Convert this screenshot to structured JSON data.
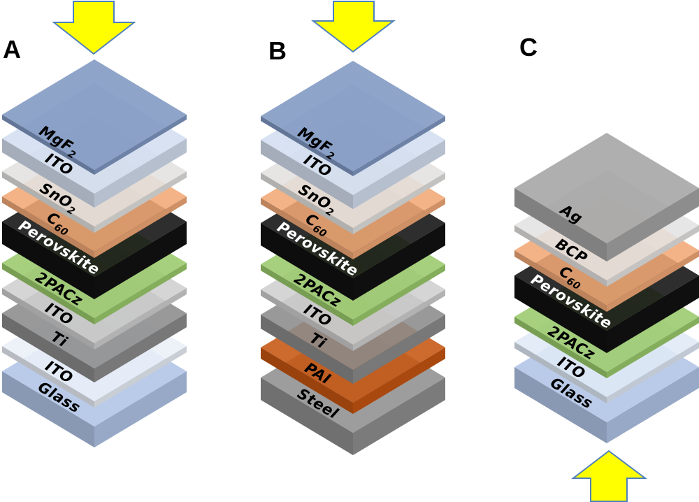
{
  "figure": {
    "arrow_style": {
      "fill": "#ffff00",
      "stroke": "#4f81bd"
    },
    "panels": [
      {
        "letter": "A",
        "arrow": {
          "direction": "down"
        },
        "layers": [
          {
            "name": "MgF2",
            "label_main": "MgF",
            "label_sub": "2",
            "color": "#7f97c1",
            "text_color": "#000000",
            "thickness": 7
          },
          {
            "name": "ITO",
            "label_main": "ITO",
            "label_sub": "",
            "color": "#d3def0",
            "text_color": "#000000",
            "thickness": 20
          },
          {
            "name": "SnO2",
            "label_main": "SnO",
            "label_sub": "2",
            "color": "#e2e1e0",
            "text_color": "#000000",
            "thickness": 9
          },
          {
            "name": "C60",
            "label_main": "C",
            "label_sub": "60",
            "color": "#f1a876",
            "text_color": "#000000",
            "thickness": 9
          },
          {
            "name": "Perovskite",
            "label_main": "Perovskite",
            "label_sub": "",
            "color": "#111111",
            "text_color": "#ffffff",
            "thickness": 32
          },
          {
            "name": "2PACz",
            "label_main": "2PACz",
            "label_sub": "",
            "color": "#9aca6b",
            "text_color": "#000000",
            "thickness": 9
          },
          {
            "name": "ITO",
            "label_main": "ITO",
            "label_sub": "",
            "color": "#cfcfcf",
            "text_color": "#000000",
            "thickness": 9
          },
          {
            "name": "Ti",
            "label_main": "Ti",
            "label_sub": "",
            "color": "#8b8b8b",
            "text_color": "#000000",
            "thickness": 20
          },
          {
            "name": "ITO",
            "label_main": "ITO",
            "label_sub": "",
            "color": "#eaf0f8",
            "text_color": "#000000",
            "thickness": 9
          },
          {
            "name": "Glass",
            "label_main": "Glass",
            "label_sub": "",
            "color": "#b0c4e6",
            "text_color": "#000000",
            "thickness": 30
          }
        ]
      },
      {
        "letter": "B",
        "arrow": {
          "direction": "down"
        },
        "layers": [
          {
            "name": "MgF2",
            "label_main": "MgF",
            "label_sub": "2",
            "color": "#7f97c1",
            "text_color": "#000000",
            "thickness": 7
          },
          {
            "name": "ITO",
            "label_main": "ITO",
            "label_sub": "",
            "color": "#d3def0",
            "text_color": "#000000",
            "thickness": 20
          },
          {
            "name": "SnO2",
            "label_main": "SnO",
            "label_sub": "2",
            "color": "#e2e1e0",
            "text_color": "#000000",
            "thickness": 9
          },
          {
            "name": "C60",
            "label_main": "C",
            "label_sub": "60",
            "color": "#f1a876",
            "text_color": "#000000",
            "thickness": 9
          },
          {
            "name": "Perovskite",
            "label_main": "Perovskite",
            "label_sub": "",
            "color": "#111111",
            "text_color": "#ffffff",
            "thickness": 32
          },
          {
            "name": "2PACz",
            "label_main": "2PACz",
            "label_sub": "",
            "color": "#9aca6b",
            "text_color": "#000000",
            "thickness": 9
          },
          {
            "name": "ITO",
            "label_main": "ITO",
            "label_sub": "",
            "color": "#cfcfcf",
            "text_color": "#000000",
            "thickness": 9
          },
          {
            "name": "Ti",
            "label_main": "Ti",
            "label_sub": "",
            "color": "#8b8b8b",
            "text_color": "#000000",
            "thickness": 20
          },
          {
            "name": "PAI",
            "label_main": "PAI",
            "label_sub": "",
            "color": "#c65511",
            "text_color": "#000000",
            "thickness": 16
          },
          {
            "name": "Steel",
            "label_main": "Steel",
            "label_sub": "",
            "color": "#8f8f8f",
            "text_color": "#000000",
            "thickness": 32
          }
        ]
      },
      {
        "letter": "C",
        "arrow": {
          "direction": "up"
        },
        "layers": [
          {
            "name": "Ag",
            "label_main": "Ag",
            "label_sub": "",
            "color": "#a4a4a4",
            "text_color": "#000000",
            "thickness": 26
          },
          {
            "name": "BCP",
            "label_main": "BCP",
            "label_sub": "",
            "color": "#e4e3e2",
            "text_color": "#000000",
            "thickness": 9
          },
          {
            "name": "C60",
            "label_main": "C",
            "label_sub": "60",
            "color": "#f1a876",
            "text_color": "#000000",
            "thickness": 9
          },
          {
            "name": "Perovskite",
            "label_main": "Perovskite",
            "label_sub": "",
            "color": "#111111",
            "text_color": "#ffffff",
            "thickness": 32
          },
          {
            "name": "2PACz",
            "label_main": "2PACz",
            "label_sub": "",
            "color": "#9aca6b",
            "text_color": "#000000",
            "thickness": 9
          },
          {
            "name": "ITO",
            "label_main": "ITO",
            "label_sub": "",
            "color": "#dfe9f6",
            "text_color": "#000000",
            "thickness": 9
          },
          {
            "name": "Glass",
            "label_main": "Glass",
            "label_sub": "",
            "color": "#b0c4e6",
            "text_color": "#000000",
            "thickness": 30
          }
        ]
      }
    ]
  }
}
